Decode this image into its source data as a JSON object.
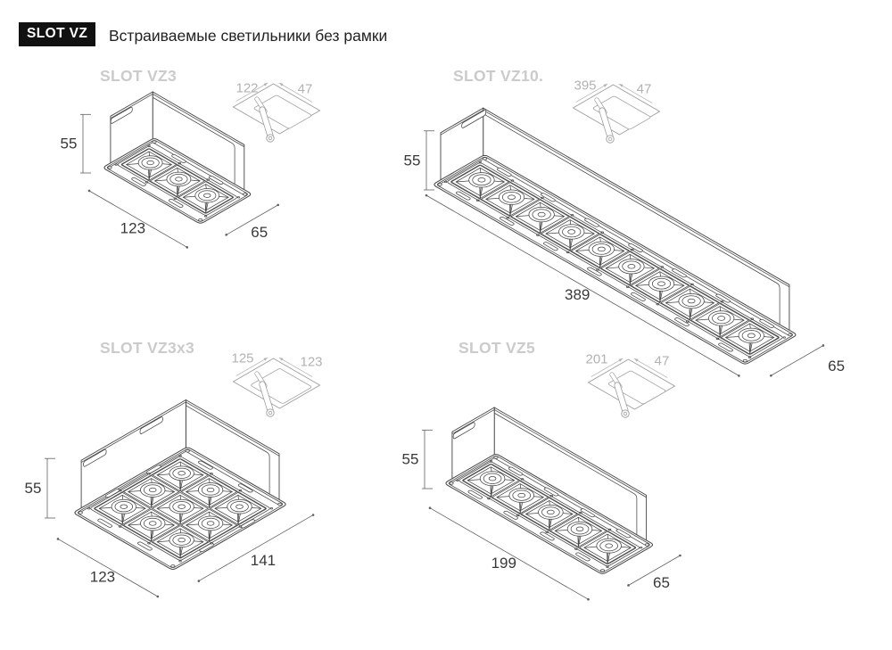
{
  "header": {
    "badge": "SLOT VZ",
    "title": "Встраиваемые светильники без рамки"
  },
  "products": [
    {
      "id": "slot-vz3",
      "name": "SLOT VZ3",
      "cells": {
        "cols": 3,
        "rows": 1
      },
      "body_mm": {
        "length": 123,
        "width": 65,
        "height": 55
      },
      "dims": {
        "length": "123",
        "width": "65",
        "height": "55"
      },
      "cutout": {
        "length": "122",
        "width": "47"
      }
    },
    {
      "id": "slot-vz10",
      "name": "SLOT VZ10.",
      "cells": {
        "cols": 10,
        "rows": 1
      },
      "body_mm": {
        "length": 389,
        "width": 65,
        "height": 55
      },
      "dims": {
        "length": "389",
        "width": "65",
        "height": "55"
      },
      "cutout": {
        "length": "395",
        "width": "47"
      }
    },
    {
      "id": "slot-vz3x3",
      "name": "SLOT VZ3x3",
      "cells": {
        "cols": 3,
        "rows": 3
      },
      "body_mm": {
        "length": 123,
        "width": 141,
        "height": 55
      },
      "dims": {
        "length": "123",
        "width": "141",
        "height": "55"
      },
      "cutout": {
        "length": "125",
        "width": "123"
      }
    },
    {
      "id": "slot-vz5",
      "name": "SLOT VZ5",
      "cells": {
        "cols": 5,
        "rows": 1
      },
      "body_mm": {
        "length": 199,
        "width": 65,
        "height": 55
      },
      "dims": {
        "length": "199",
        "width": "65",
        "height": "55"
      },
      "cutout": {
        "length": "201",
        "width": "47"
      }
    }
  ],
  "colors": {
    "line": "#454545",
    "dim_line": "#606060",
    "dim_text": "#383838",
    "muted_text": "#b2b2b2",
    "cutout_line": "#9e9e9e",
    "panel_title": "#cbcbcb",
    "badge_bg": "#111111",
    "badge_text": "#ffffff"
  }
}
